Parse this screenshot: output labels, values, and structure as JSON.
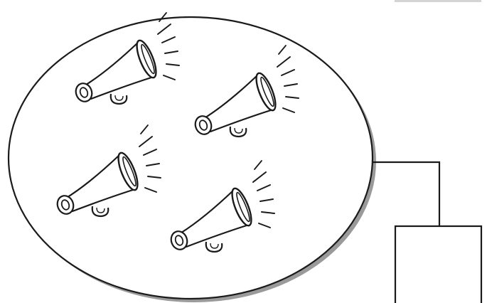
{
  "diagram": {
    "group_shape": "ellipse",
    "group_contents": [
      {
        "icon": "megaphone-icon",
        "facing": "right"
      },
      {
        "icon": "megaphone-icon",
        "facing": "right"
      },
      {
        "icon": "megaphone-icon",
        "facing": "right"
      },
      {
        "icon": "megaphone-icon",
        "facing": "right"
      }
    ],
    "connector": "elbow",
    "target_shape": "rectangle",
    "colors": {
      "stroke": "#1a1a1a",
      "shadow": "#9a9a9a",
      "fill": "#ffffff",
      "top_right_mark": "#d4d4d4"
    }
  }
}
